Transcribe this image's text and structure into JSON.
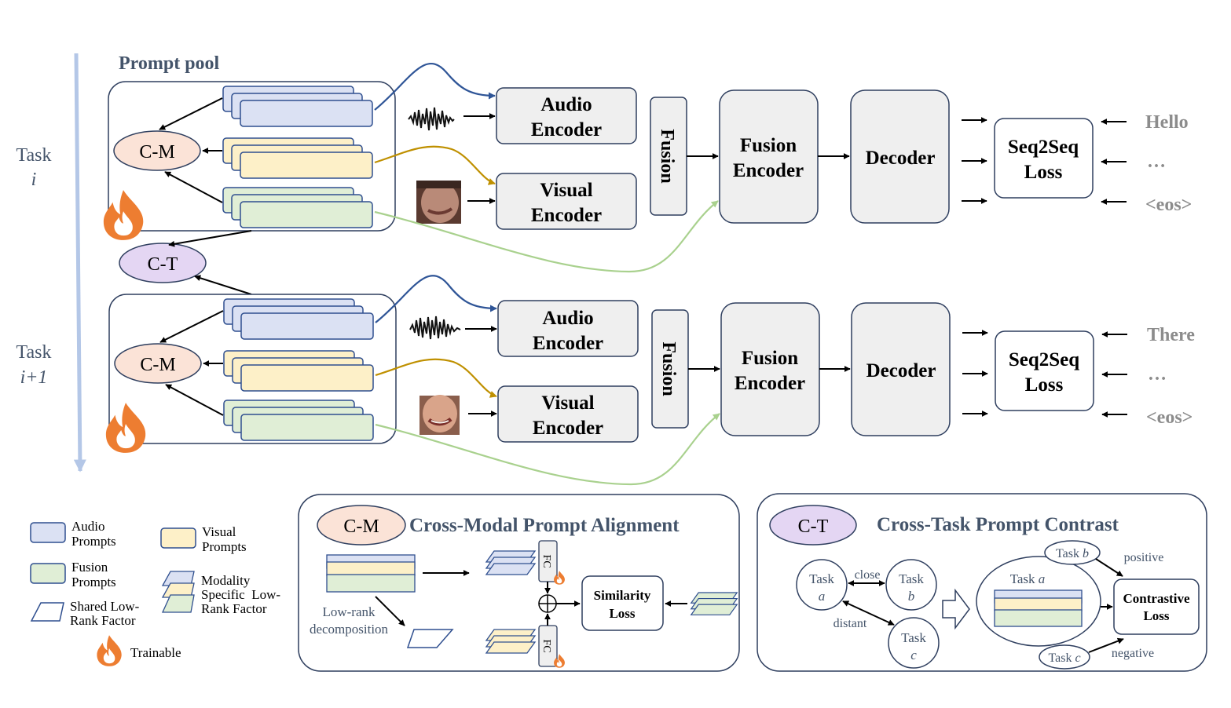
{
  "prompt_pool_title": "Prompt pool",
  "task_i": {
    "word": "Task",
    "index": "i"
  },
  "task_i1": {
    "word": "Task",
    "index": "i+1"
  },
  "cm_label": "C-M",
  "ct_label": "C-T",
  "rows": [
    {
      "audio_encoder": [
        "Audio",
        "Encoder"
      ],
      "visual_encoder": [
        "Visual",
        "Encoder"
      ],
      "fusion": "Fusion",
      "fusion_encoder": [
        "Fusion",
        "Encoder"
      ],
      "decoder": "Decoder",
      "loss": [
        "Seq2Seq",
        "Loss"
      ],
      "tokens": [
        "Hello",
        "…",
        "<eos>"
      ]
    },
    {
      "audio_encoder": [
        "Audio",
        "Encoder"
      ],
      "visual_encoder": [
        "Visual",
        "Encoder"
      ],
      "fusion": "Fusion",
      "fusion_encoder": [
        "Fusion",
        "Encoder"
      ],
      "decoder": "Decoder",
      "loss": [
        "Seq2Seq",
        "Loss"
      ],
      "tokens": [
        "There",
        "…",
        "<eos>"
      ]
    }
  ],
  "legend": {
    "audio": [
      "Audio",
      "Prompts"
    ],
    "visual": [
      "Visual",
      "Prompts"
    ],
    "fusion": [
      "Fusion",
      "Prompts"
    ],
    "modality": [
      "Modality",
      "Specific  Low-",
      "Rank Factor"
    ],
    "shared": [
      "Shared Low-",
      "Rank Factor"
    ],
    "trainable": "Trainable"
  },
  "cm_panel": {
    "badge": "C-M",
    "title": "Cross-Modal Prompt Alignment",
    "lowrank": [
      "Low-rank",
      "decomposition"
    ],
    "fc": "FC",
    "similarity": [
      "Similarity",
      "Loss"
    ]
  },
  "ct_panel": {
    "badge": "C-T",
    "title": "Cross-Task Prompt Contrast",
    "task_a": [
      "Task",
      "a"
    ],
    "task_b": [
      "Task",
      "b"
    ],
    "task_c": [
      "Task",
      "c"
    ],
    "close": "close",
    "distant": "distant",
    "task_a_inline": [
      "Task ",
      "a"
    ],
    "task_b_inline": [
      "Task ",
      "b"
    ],
    "task_c_inline": [
      "Task ",
      "c"
    ],
    "positive": "positive",
    "negative": "negative",
    "contrastive": [
      "Contrastive",
      "Loss"
    ]
  },
  "colors": {
    "audio": "#dbe1f3",
    "visual": "#fdf0c8",
    "fusion": "#e0eed6",
    "box_fill": "#efefef",
    "cm_fill": "#fbe3d7",
    "ct_fill": "#e4d6f3",
    "audio_curve": "#2f5597",
    "visual_curve": "#bf9000",
    "fusion_curve": "#a9d18e",
    "timeline": "#b4c7e7",
    "flame": "#ed7d31"
  }
}
